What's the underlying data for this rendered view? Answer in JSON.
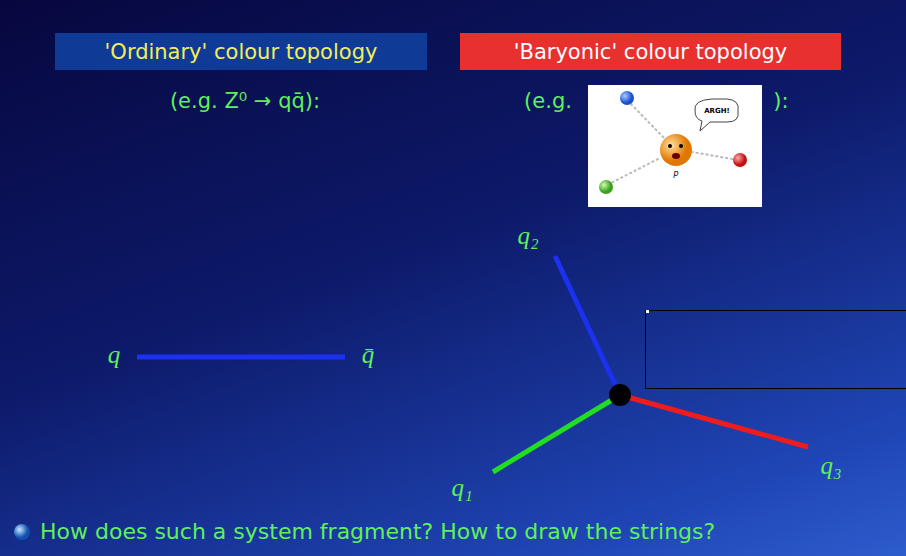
{
  "diagram": {
    "nodes": [
      {
        "text": [
          "'Ordinary' colour topology"
        ]
      },
      {
        "text": [
          "'Baryonic' colour topology"
        ]
      }
    ],
    "labels": [
      "(e.g. Z⁰ → qq̄):",
      "(e.g.",
      "):",
      "ARGH!",
      "p",
      "q₂",
      "q",
      "q̄",
      "q₁",
      "q₃",
      "How does such a system fragment? How to draw the strings?"
    ]
  }
}
